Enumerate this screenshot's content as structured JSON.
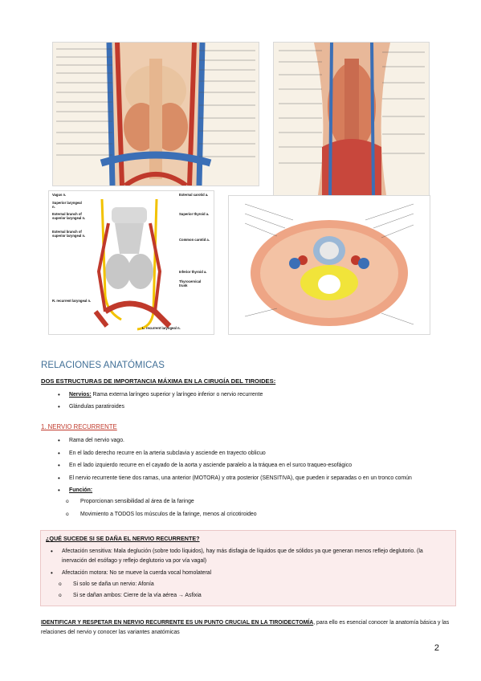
{
  "section_title": "RELACIONES ANATÓMICAS",
  "subheading": "DOS ESTRUCTURAS DE IMPORTANCIA MÁXIMA EN LA CIRUGÍA DEL TIROIDES:",
  "structures": [
    {
      "label": "Nervios:",
      "text": " Rama externa laríngeo superior y laríngeo inferior o nervio recurrente"
    },
    {
      "label": "",
      "text": "Glándulas paratiroides"
    }
  ],
  "nervio_heading": "1. NERVIO RECURRENTE",
  "nervio_bullets": [
    "Rama del nervio vago.",
    "En el lado derecho recurre en la arteria subclavia y asciende en trayecto oblicuo",
    "En el lado izquierdo recurre en el cayado de la aorta y asciende paralelo a la tráquea en el surco traqueo-esofágico",
    "El nervio recurrente tiene dos ramas, una anterior (MOTORA) y otra posterior (SENSITIVA), que pueden ir separadas o en un tronco común"
  ],
  "funcion_label": "Función:",
  "funcion_items": [
    "Proporcionan sensibilidad al área de la faringe",
    "Movimiento a TODOS los músculos de la faringe, menos al cricotiroideo"
  ],
  "box": {
    "heading": "¿QUÉ SUCEDE SI SE DAÑA EL NERVIO RECURRENTE?",
    "bullet1": "Afectación sensitiva: Mala deglución (sobre todo líquidos), hay más disfagia de líquidos que de sólidos ya que generan menos reflejo deglutorio. (la inervación del esófago y reflejo deglutorio va por vía vagal)",
    "bullet2": "Afectación motora: No se mueve la cuerda vocal homolateral",
    "sub1": "Si solo se daña un nervio: Afonía",
    "sub2": "Si se dañan ambos: Cierre de la vía aérea → Asfixia"
  },
  "closing_underlined": "IDENTIFICAR Y RESPETAR EN NERVIO RECURRENTE ES UN PUNTO CRUCIAL EN LA TIROIDECTOMÍA",
  "closing_rest": ", para ello es esencial conocer la anatomía básica y las relaciones del nervio y conocer las variantes anatómicas",
  "page_number": "2",
  "figure3_labels": {
    "vagus": "Vagus n.",
    "superior_laryngeal": "Superior laryngeal n.",
    "external_branch": "External branch of superior laryngeal n.",
    "external_branch2": "External branch of superior laryngeal n.",
    "external_carotid": "External carotid a.",
    "superior_thyroid": "Superior thyroid a.",
    "common_carotid": "Common carotid a.",
    "inferior_thyroid": "Inferior thyroid a.",
    "thyrocervical": "Thyrocervical trunk",
    "r_recurrent": "R. recurrent laryngeal n.",
    "l_recurrent": "L. recurrent laryngeal n."
  },
  "colors": {
    "title": "#3f6e96",
    "red_heading": "#c0392b",
    "box_bg": "#fbeded"
  }
}
